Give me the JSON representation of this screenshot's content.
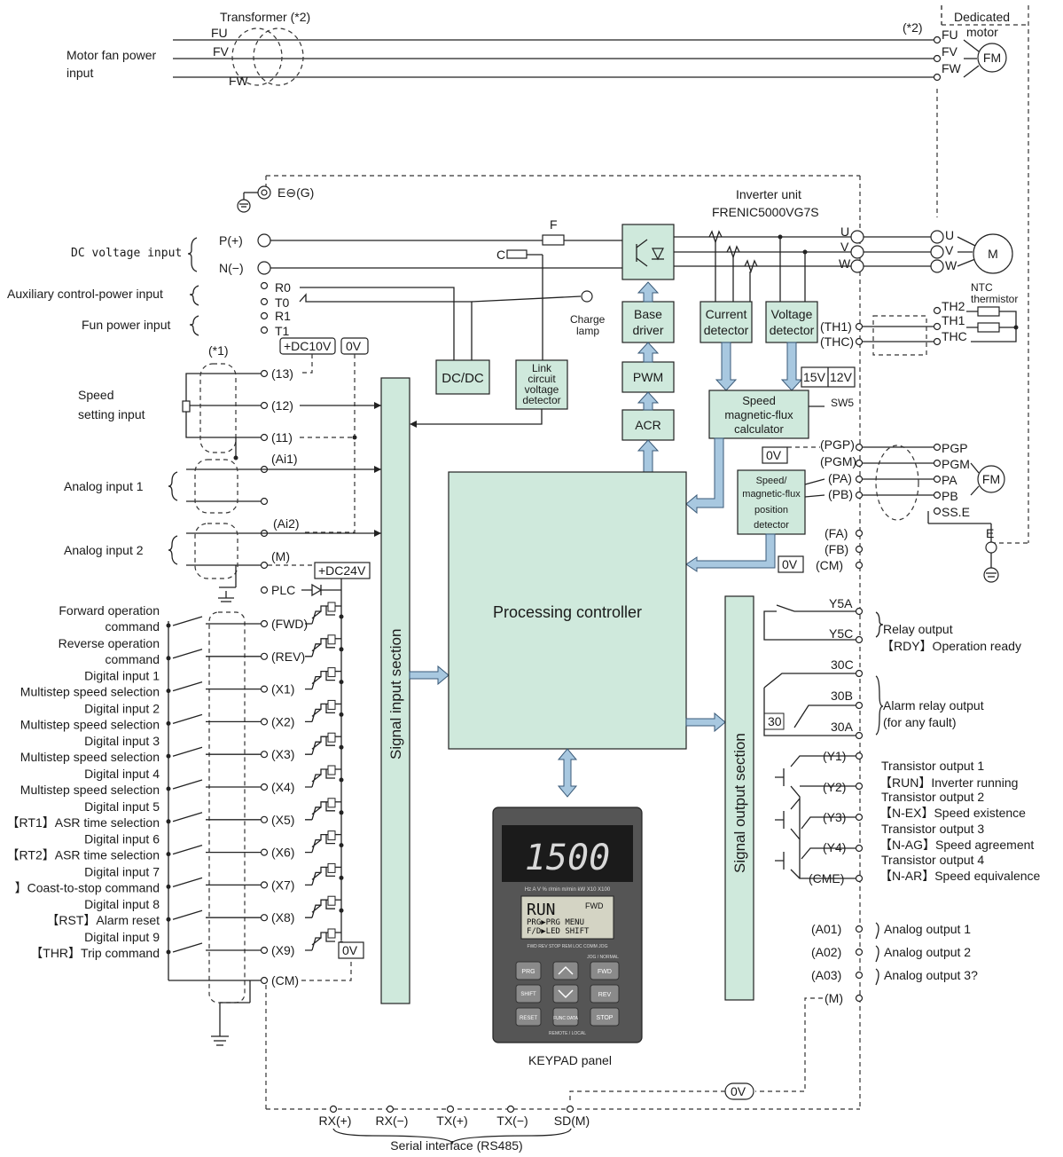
{
  "top": {
    "transformer": "Transformer (*2)",
    "motor_fan_power_input": [
      "Motor fan power",
      "input"
    ],
    "dedicated_motor": [
      "Dedicated",
      "motor"
    ],
    "note2": "(*2)",
    "fu": "FU",
    "fv": "FV",
    "fw": "FW",
    "fm": "FM"
  },
  "inverter": {
    "title": [
      "Inverter unit",
      "FRENIC5000VG7S"
    ],
    "ground": "E⊖(G)",
    "dc_voltage_input": "DC voltage input",
    "p_plus": "P(+)",
    "n_minus": "N(−)",
    "aux_control_power": "Auxiliary control-power input",
    "fun_power_input": "Fun power input",
    "r0": "R0",
    "t0": "T0",
    "r1": "R1",
    "t1": "T1",
    "fuse": "F",
    "cap": "C",
    "charge_lamp": [
      "Charge",
      "lamp"
    ],
    "u": "U",
    "v": "V",
    "w": "W",
    "m": "M"
  },
  "blocks": {
    "dcdc": "DC/DC",
    "link_detector": [
      "Link",
      "circuit",
      "voltage",
      "detector"
    ],
    "base_driver": [
      "Base",
      "driver"
    ],
    "pwm": "PWM",
    "acr": "ACR",
    "current_detector": [
      "Current",
      "detector"
    ],
    "voltage_detector": [
      "Voltage",
      "detector"
    ],
    "speed_calc": [
      "Speed",
      "magnetic-flux",
      "calculator"
    ],
    "position_detector": [
      "Speed/",
      "magnetic-flux",
      "position",
      "detector"
    ],
    "processing_controller": "Processing controller",
    "signal_input_section": "Signal input section",
    "signal_output_section": "Signal output section",
    "keypad_panel": "KEYPAD panel"
  },
  "left_inputs": {
    "note1": "(*1)",
    "dc10v": "+DC10V",
    "zero_v": "0V",
    "dc24v": "+DC24V",
    "speed_setting": [
      "Speed",
      "setting input"
    ],
    "analog1": "Analog input 1",
    "analog2": "Analog input 2",
    "t13": "(13)",
    "t12": "(12)",
    "t11": "(11)",
    "ai1": "(Ai1)",
    "ai2": "(Ai2)",
    "m": "(M)",
    "plc": "PLC",
    "digital": [
      {
        "term": "(FWD)",
        "l1": "Forward operation",
        "l2": "command"
      },
      {
        "term": "(REV)",
        "l1": "Reverse operation",
        "l2": "command"
      },
      {
        "term": "(X1)",
        "l1": "Digital input 1",
        "l2": "Multistep speed selection"
      },
      {
        "term": "(X2)",
        "l1": "Digital input 2",
        "l2": "Multistep speed selection"
      },
      {
        "term": "(X3)",
        "l1": "Digital input 3",
        "l2": "Multistep speed selection"
      },
      {
        "term": "(X4)",
        "l1": "Digital input 4",
        "l2": "Multistep speed selection"
      },
      {
        "term": "(X5)",
        "l1": "Digital input 5",
        "l2": "【RT1】ASR time selection"
      },
      {
        "term": "(X6)",
        "l1": "Digital input 6",
        "l2": "【RT2】ASR time selection"
      },
      {
        "term": "(X7)",
        "l1": "Digital input 7",
        "l2": "】Coast-to-stop command"
      },
      {
        "term": "(X8)",
        "l1": "Digital input 8",
        "l2": "【RST】Alarm reset"
      },
      {
        "term": "(X9)",
        "l1": "Digital input 9",
        "l2": "【THR】Trip command"
      }
    ],
    "cm": "(CM)"
  },
  "right_io": {
    "th2": "TH2",
    "th1": "TH1",
    "thc": "THC",
    "th1_term": "(TH1)",
    "thc_term": "(THC)",
    "ntc": [
      "NTC",
      "thermistor"
    ],
    "sw15": "15V",
    "sw12": "12V",
    "sw5": "SW5",
    "pgp": "(PGP)",
    "pgm": "(PGM)",
    "pa": "(PA)",
    "pb": "(PB)",
    "fa": "(FA)",
    "fb": "(FB)",
    "cm": "(CM)",
    "pgp_m": "PGP",
    "pgm_m": "PGM",
    "pa_m": "PA",
    "pb_m": "PB",
    "sse": "SS.E",
    "e": "E",
    "y5a": "Y5A",
    "y5c": "Y5C",
    "relay_output": [
      "Relay output",
      "【RDY】Operation ready"
    ],
    "t30c": "30C",
    "t30b": "30B",
    "t30a": "30A",
    "t30": "30",
    "alarm_relay": [
      "Alarm relay output",
      "(for any fault)"
    ],
    "y1": "(Y1)",
    "y2": "(Y2)",
    "y3": "(Y3)",
    "y4": "(Y4)",
    "cme": "(CME)",
    "transistor": [
      "Transistor output 1",
      "【RUN】Inverter running",
      "Transistor output 2",
      "【N-EX】Speed existence",
      "Transistor output 3",
      "【N-AG】Speed agreement",
      "Transistor output 4",
      "【N-AR】Speed equivalence"
    ],
    "a01": "(A01)",
    "a02": "(A02)",
    "a03": "(A03)",
    "m": "(M)",
    "analog_out": [
      "Analog output 1",
      "Analog output 2",
      "Analog output 3?"
    ]
  },
  "serial": {
    "terms": [
      "RX(+)",
      "RX(−)",
      "TX(+)",
      "TX(−)",
      "SD(M)"
    ],
    "label": "Serial interface (RS485)",
    "zero_v": "0V"
  },
  "keypad": {
    "display": "1500",
    "units": "Hz  A  V  %  r/min  m/min  kW   X10  X100",
    "lcd_run": "RUN",
    "lcd_fwd": "FWD",
    "lcd_l2": "PRG▶PRG  MENU",
    "lcd_l3": "F/D▶LED  SHIFT",
    "leds": "FWD REV STOP  REM  LOC  COMM  JOG",
    "btn_prg": "PRG",
    "btn_shift": "SHIFT",
    "btn_reset": "RESET",
    "btn_func": "FUNC DATA",
    "btn_fwd": "FWD",
    "btn_rev": "REV",
    "btn_stop": "STOP",
    "jog_label": "JOG / NORMAL",
    "remote_label": "REMOTE / LOCAL"
  },
  "colors": {
    "block": "#cfe9dc",
    "arrow": "#a8c8e0"
  }
}
